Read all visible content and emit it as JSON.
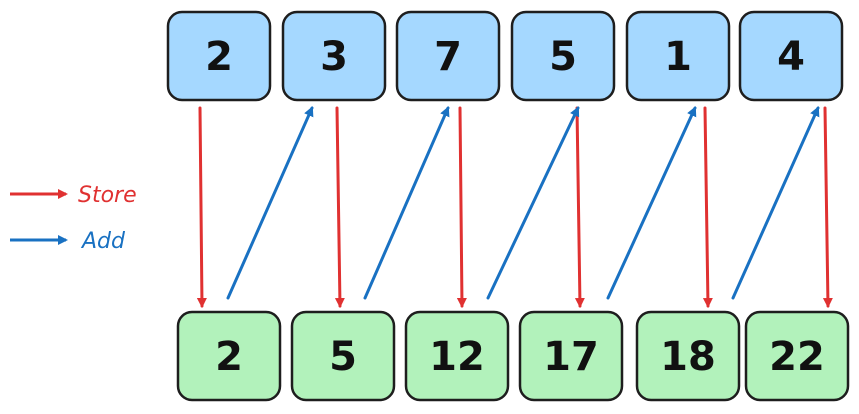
{
  "diagram": {
    "input_values": [
      "2",
      "3",
      "7",
      "5",
      "1",
      "4"
    ],
    "prefix_values": [
      "2",
      "5",
      "12",
      "17",
      "18",
      "22"
    ],
    "legend": [
      {
        "label": "Store",
        "color": "#e03131"
      },
      {
        "label": "Add",
        "color": "#1971c2"
      }
    ],
    "colors": {
      "input_fill": "#a5d8ff",
      "prefix_fill": "#b2f2bb",
      "stroke": "#1e1e1e",
      "store_arrow": "#e03131",
      "add_arrow": "#1971c2"
    }
  }
}
